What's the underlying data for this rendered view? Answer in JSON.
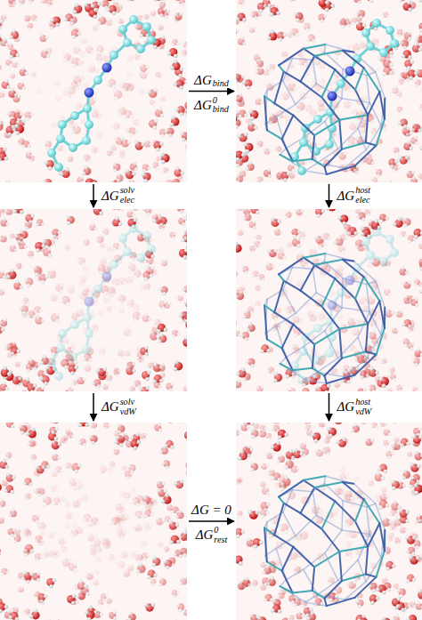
{
  "diagram": {
    "nodes": [
      {
        "text": []
      },
      {
        "text": []
      },
      {
        "text": []
      },
      {
        "text": []
      },
      {
        "text": []
      },
      {
        "text": []
      }
    ],
    "edges": [
      {
        "from": 0,
        "to": 1,
        "arrow": "to",
        "label": "ΔG bind"
      },
      {
        "from": 0,
        "to": 2,
        "arrow": "to",
        "label": "ΔG solv elec"
      },
      {
        "from": 1,
        "to": 3,
        "arrow": "to",
        "label": "ΔG host elec"
      },
      {
        "from": 2,
        "to": 4,
        "arrow": "to",
        "label": "ΔG solv vdW"
      },
      {
        "from": 3,
        "to": 5,
        "arrow": "to",
        "label": "ΔG host vdW"
      },
      {
        "from": 4,
        "to": 5,
        "arrow": "to",
        "label": "ΔG = 0"
      }
    ],
    "labels": [
      "ΔG 0 bind",
      "ΔG 0 rest"
    ]
  }
}
